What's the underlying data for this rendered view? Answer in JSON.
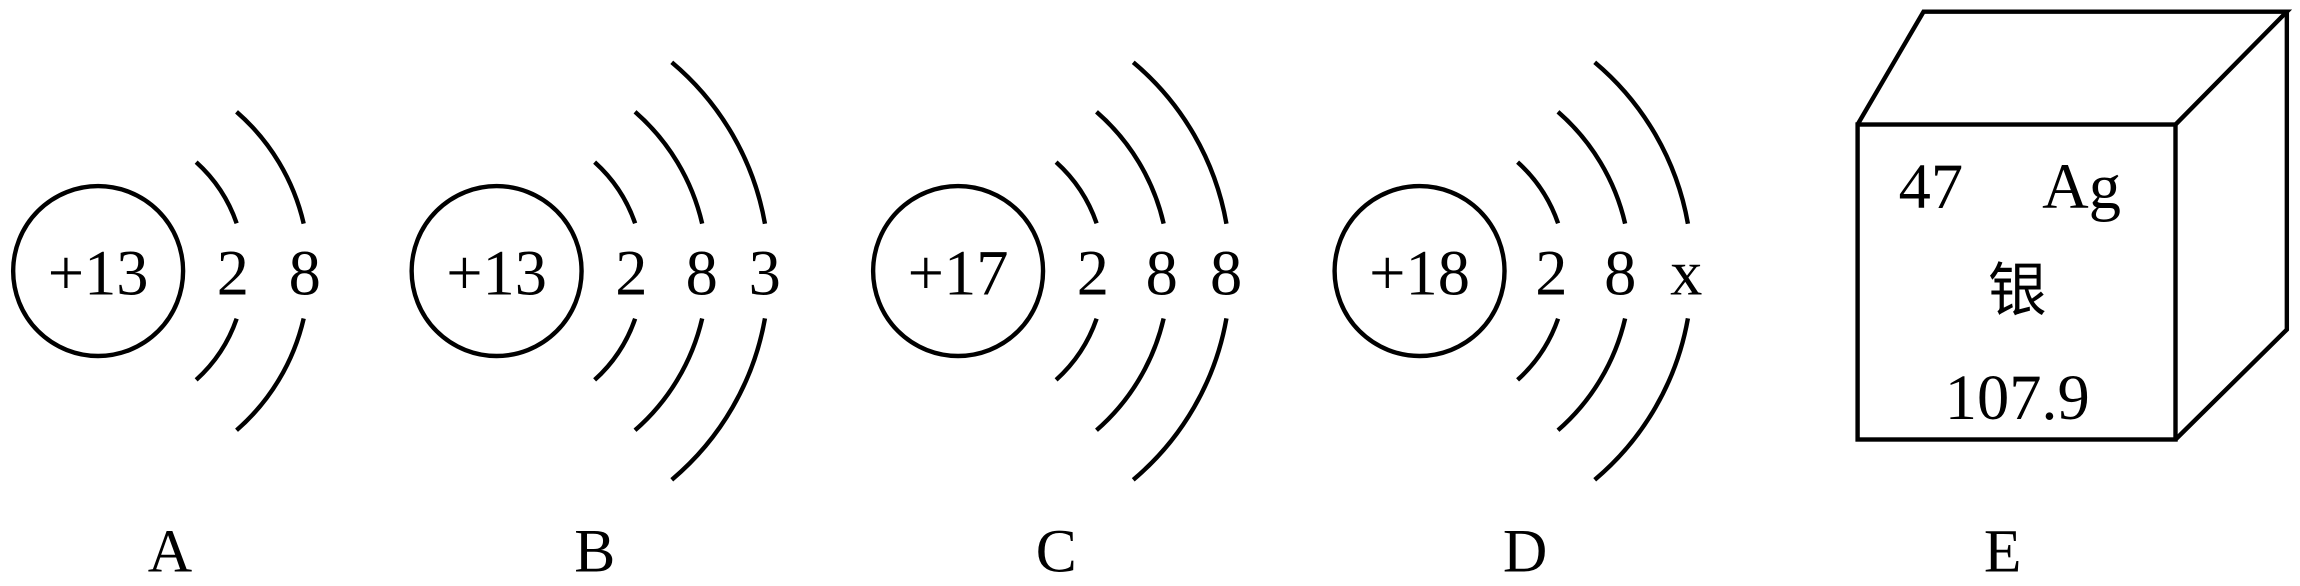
{
  "atoms": [
    {
      "label": "A",
      "nucleus": "+13",
      "shells": [
        "2",
        "8"
      ]
    },
    {
      "label": "B",
      "nucleus": "+13",
      "shells": [
        "2",
        "8",
        "3"
      ]
    },
    {
      "label": "C",
      "nucleus": "+17",
      "shells": [
        "2",
        "8",
        "8"
      ]
    },
    {
      "label": "D",
      "nucleus": "+18",
      "shells": [
        "2",
        "8",
        "x"
      ]
    }
  ],
  "element_cell": {
    "label": "E",
    "atomic_number": "47",
    "symbol": "Ag",
    "name": "银",
    "atomic_mass": "107.9"
  }
}
